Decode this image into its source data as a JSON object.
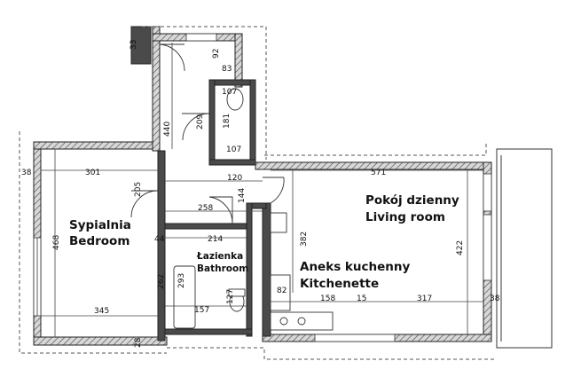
{
  "rooms": {
    "bedroom": {
      "name_pl": "Sypialnia",
      "name_en": "Bedroom"
    },
    "living": {
      "name_pl": "Pokój dzienny",
      "name_en": "Living room"
    },
    "kitchen": {
      "name_pl": "Aneks kuchenny",
      "name_en": "Kitchenette"
    },
    "bathroom": {
      "name_pl": "Łazienka",
      "name_en": "Bathroom"
    }
  },
  "dimensions": {
    "d_33": "33",
    "d_92": "92",
    "d_83": "83",
    "d_107_top": "107",
    "d_181": "181",
    "d_209": "209",
    "d_440": "440",
    "d_107_bottom": "107",
    "d_38_left": "38",
    "d_301": "301",
    "d_571": "571",
    "d_205": "205",
    "d_120": "120",
    "d_258": "258",
    "d_144": "144",
    "d_468": "468",
    "d_44": "44",
    "d_214": "214",
    "d_382": "382",
    "d_422": "422",
    "d_262": "262",
    "d_293": "293",
    "d_127": "127",
    "d_82": "82",
    "d_158": "158",
    "d_15": "15",
    "d_317": "317",
    "d_38_right": "38",
    "d_345": "345",
    "d_157": "157",
    "d_28": "28"
  }
}
